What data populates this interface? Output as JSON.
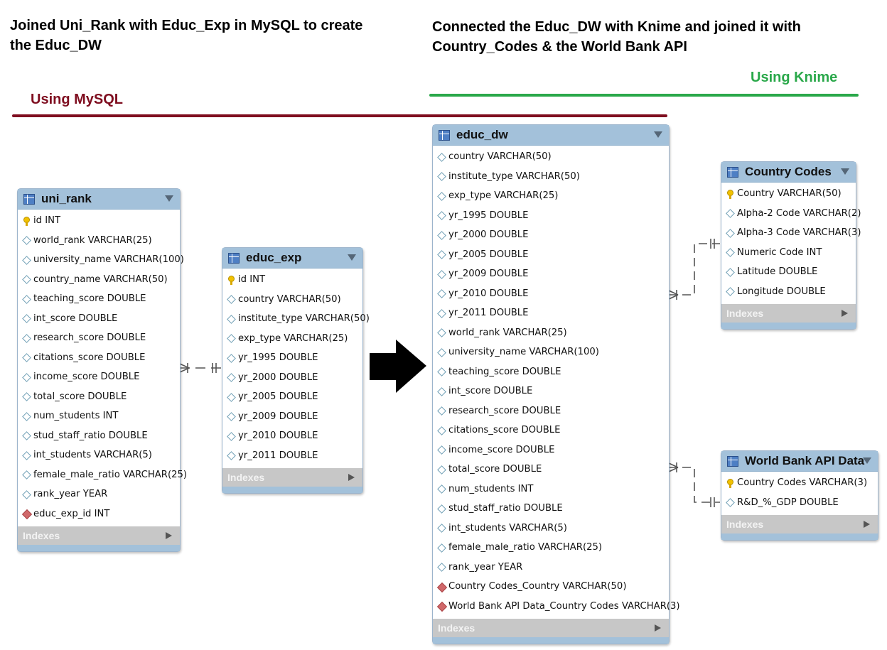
{
  "headings": {
    "left": [
      "Joined Uni_Rank with Educ_Exp in MySQL to create",
      "the Educ_DW"
    ],
    "right": [
      "Connected the Educ_DW with Knime and joined it with",
      "Country_Codes & the World Bank API"
    ]
  },
  "sections": {
    "mysql": {
      "label": "Using MySQL",
      "color": "#7f0e20"
    },
    "knime": {
      "label": "Using Knime",
      "color": "#2aa84a"
    }
  },
  "tables": {
    "uni_rank": {
      "title": "uni_rank",
      "columns": [
        {
          "text": "id INT",
          "kind": "key"
        },
        {
          "text": "world_rank VARCHAR(25)",
          "kind": "column"
        },
        {
          "text": "university_name VARCHAR(100)",
          "kind": "column"
        },
        {
          "text": "country_name VARCHAR(50)",
          "kind": "column"
        },
        {
          "text": "teaching_score DOUBLE",
          "kind": "column"
        },
        {
          "text": "int_score DOUBLE",
          "kind": "column"
        },
        {
          "text": "research_score DOUBLE",
          "kind": "column"
        },
        {
          "text": "citations_score DOUBLE",
          "kind": "column"
        },
        {
          "text": "income_score DOUBLE",
          "kind": "column"
        },
        {
          "text": "total_score DOUBLE",
          "kind": "column"
        },
        {
          "text": "num_students INT",
          "kind": "column"
        },
        {
          "text": "stud_staff_ratio DOUBLE",
          "kind": "column"
        },
        {
          "text": "int_students VARCHAR(5)",
          "kind": "column"
        },
        {
          "text": "female_male_ratio VARCHAR(25)",
          "kind": "column"
        },
        {
          "text": "rank_year YEAR",
          "kind": "column"
        },
        {
          "text": "educ_exp_id INT",
          "kind": "foreign-key"
        }
      ],
      "footer": "Indexes"
    },
    "educ_exp": {
      "title": "educ_exp",
      "columns": [
        {
          "text": "id INT",
          "kind": "key"
        },
        {
          "text": "country VARCHAR(50)",
          "kind": "column"
        },
        {
          "text": "institute_type VARCHAR(50)",
          "kind": "column"
        },
        {
          "text": "exp_type VARCHAR(25)",
          "kind": "column"
        },
        {
          "text": "yr_1995 DOUBLE",
          "kind": "column"
        },
        {
          "text": "yr_2000 DOUBLE",
          "kind": "column"
        },
        {
          "text": "yr_2005 DOUBLE",
          "kind": "column"
        },
        {
          "text": "yr_2009 DOUBLE",
          "kind": "column"
        },
        {
          "text": "yr_2010 DOUBLE",
          "kind": "column"
        },
        {
          "text": "yr_2011 DOUBLE",
          "kind": "column"
        }
      ],
      "footer": "Indexes"
    },
    "educ_dw": {
      "title": "educ_dw",
      "columns": [
        {
          "text": "country VARCHAR(50)",
          "kind": "column"
        },
        {
          "text": "institute_type VARCHAR(50)",
          "kind": "column"
        },
        {
          "text": "exp_type VARCHAR(25)",
          "kind": "column"
        },
        {
          "text": "yr_1995 DOUBLE",
          "kind": "column"
        },
        {
          "text": "yr_2000 DOUBLE",
          "kind": "column"
        },
        {
          "text": "yr_2005 DOUBLE",
          "kind": "column"
        },
        {
          "text": "yr_2009 DOUBLE",
          "kind": "column"
        },
        {
          "text": "yr_2010 DOUBLE",
          "kind": "column"
        },
        {
          "text": "yr_2011 DOUBLE",
          "kind": "column"
        },
        {
          "text": "world_rank VARCHAR(25)",
          "kind": "column"
        },
        {
          "text": "university_name VARCHAR(100)",
          "kind": "column"
        },
        {
          "text": "teaching_score DOUBLE",
          "kind": "column"
        },
        {
          "text": "int_score DOUBLE",
          "kind": "column"
        },
        {
          "text": "research_score DOUBLE",
          "kind": "column"
        },
        {
          "text": "citations_score DOUBLE",
          "kind": "column"
        },
        {
          "text": "income_score DOUBLE",
          "kind": "column"
        },
        {
          "text": "total_score DOUBLE",
          "kind": "column"
        },
        {
          "text": "num_students INT",
          "kind": "column"
        },
        {
          "text": "stud_staff_ratio DOUBLE",
          "kind": "column"
        },
        {
          "text": "int_students VARCHAR(5)",
          "kind": "column"
        },
        {
          "text": "female_male_ratio VARCHAR(25)",
          "kind": "column"
        },
        {
          "text": "rank_year YEAR",
          "kind": "column"
        },
        {
          "text": "Country Codes_Country VARCHAR(50)",
          "kind": "foreign-key"
        },
        {
          "text": "World Bank API Data_Country Codes VARCHAR(3)",
          "kind": "foreign-key"
        }
      ],
      "footer": "Indexes"
    },
    "country_codes": {
      "title": "Country Codes",
      "columns": [
        {
          "text": "Country VARCHAR(50)",
          "kind": "key"
        },
        {
          "text": "Alpha-2 Code VARCHAR(2)",
          "kind": "column"
        },
        {
          "text": "Alpha-3 Code VARCHAR(3)",
          "kind": "column"
        },
        {
          "text": "Numeric Code INT",
          "kind": "column"
        },
        {
          "text": "Latitude DOUBLE",
          "kind": "column"
        },
        {
          "text": "Longitude DOUBLE",
          "kind": "column"
        }
      ],
      "footer": "Indexes"
    },
    "world_bank": {
      "title": "World Bank API Data",
      "columns": [
        {
          "text": "Country Codes VARCHAR(3)",
          "kind": "key"
        },
        {
          "text": "R&D_%_GDP DOUBLE",
          "kind": "column"
        }
      ],
      "footer": "Indexes"
    }
  },
  "colors": {
    "table_header": "#a3c1da",
    "footer": "#c7c7c7",
    "connector": "#555555",
    "arrow": "#000000"
  }
}
